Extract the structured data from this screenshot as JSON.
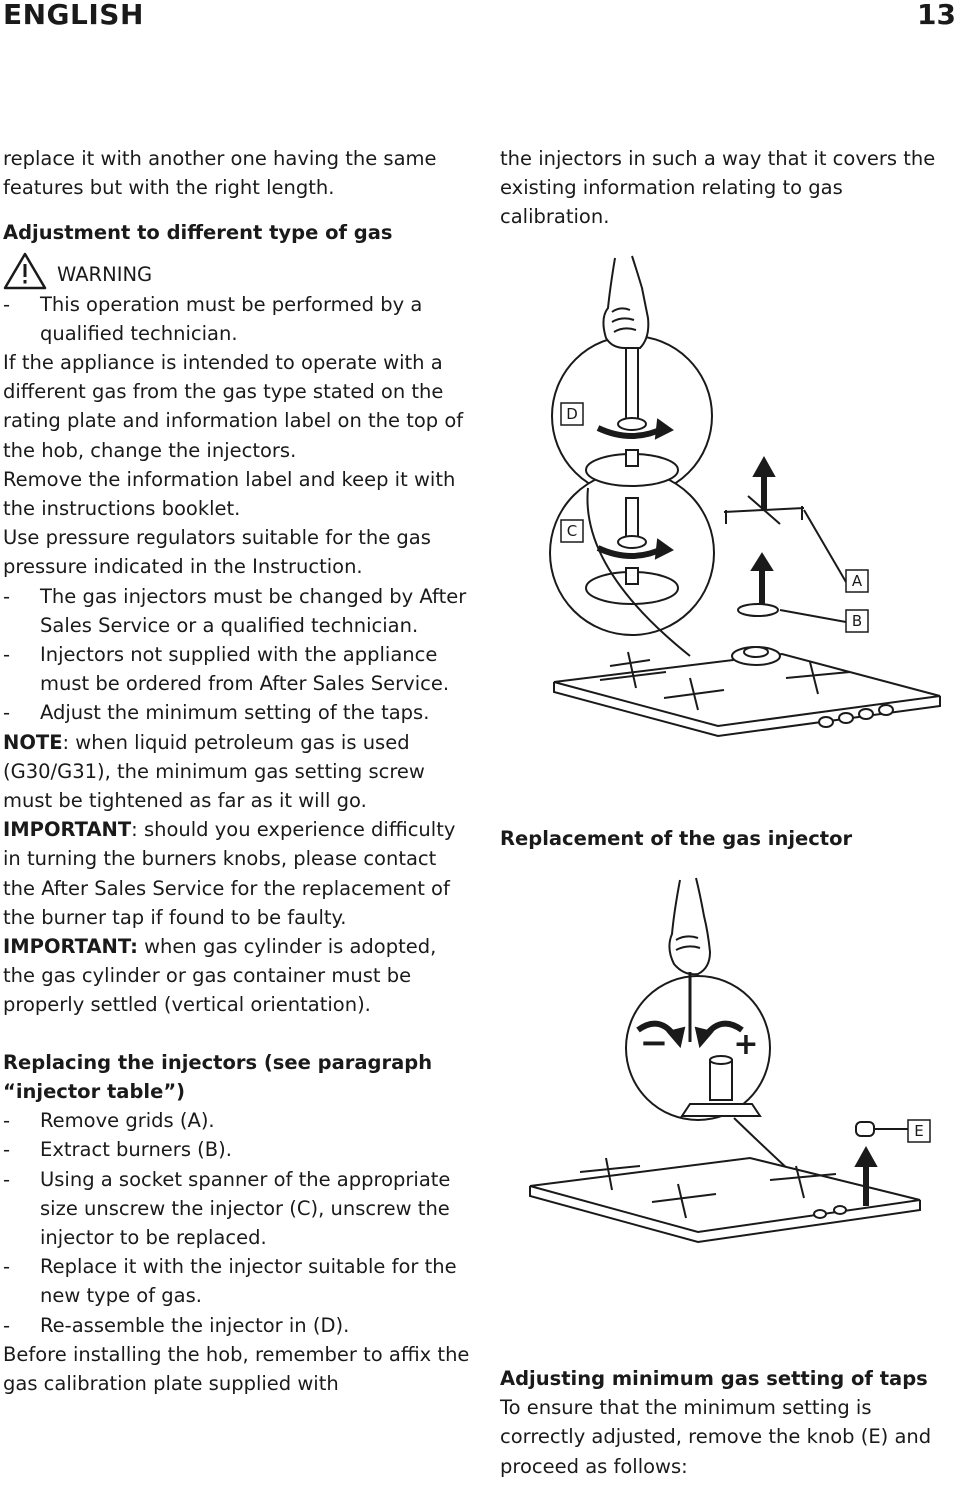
{
  "header": {
    "title": "ENGLISH",
    "page_number": "13"
  },
  "left": {
    "p1": "replace it with another one having the same features but with the right length.",
    "h_adjust": "Adjustment to different type of gas",
    "warning_label": "WARNING",
    "warn_item": "This operation must be performed by a qualified technician.",
    "p2": "If the appliance is intended to operate with a different gas from the gas type stated on the rating plate and information label on the top of the hob, change the injectors.",
    "p3": "Remove the information label and keep it with the instructions booklet.",
    "p4": "Use pressure regulators suitable for the gas pressure indicated in the Instruction.",
    "item_a": "The gas injectors must be changed by After Sales Service or a qualified technician.",
    "item_b": "Injectors not supplied with the appliance must be ordered from After Sales Service.",
    "item_c": "Adjust the minimum setting of the taps.",
    "note_label": "NOTE",
    "note_text": ": when liquid petroleum gas is used (G30/G31), the minimum gas setting screw must be tightened as far as it will go.",
    "imp1_label": "IMPORTANT",
    "imp1_text": ": should you experience difficulty in turning the burners knobs, please contact the After Sales Service for the replacement of the burner tap if found to be faulty.",
    "imp2_label": "IMPORTANT:",
    "imp2_text": " when gas cylinder is adopted, the gas cylinder or gas container must be properly settled (vertical orientation).",
    "h_replacing": "Replacing the injectors (see paragraph “injector table”)",
    "steps": [
      "Remove grids (A).",
      "Extract burners (B).",
      "Using a socket spanner of the appropriate size unscrew the injector (C), unscrew the injector to be replaced.",
      "Replace it with the injector suitable for the new type of gas.",
      "Re-assemble the injector in (D)."
    ],
    "p_final": "Before installing the hob, remember to affix the gas calibration plate supplied with"
  },
  "right": {
    "p_top": "the injectors in such a way that it covers the existing information relating to gas calibration.",
    "h_replacement": "Replacement of the gas injector",
    "h_adjusting": "Adjusting minimum gas setting of taps",
    "p_adjusting": "To ensure that the minimum setting is correctly adjusted, remove the knob (E) and proceed as follows:"
  },
  "figure1": {
    "labels": {
      "d": "D",
      "c": "C",
      "a": "A",
      "b": "B"
    }
  },
  "figure2": {
    "labels": {
      "e": "E",
      "minus": "−",
      "plus": "+"
    }
  },
  "icons": {
    "warning": "warning-triangle-icon"
  },
  "dash_char": "-"
}
